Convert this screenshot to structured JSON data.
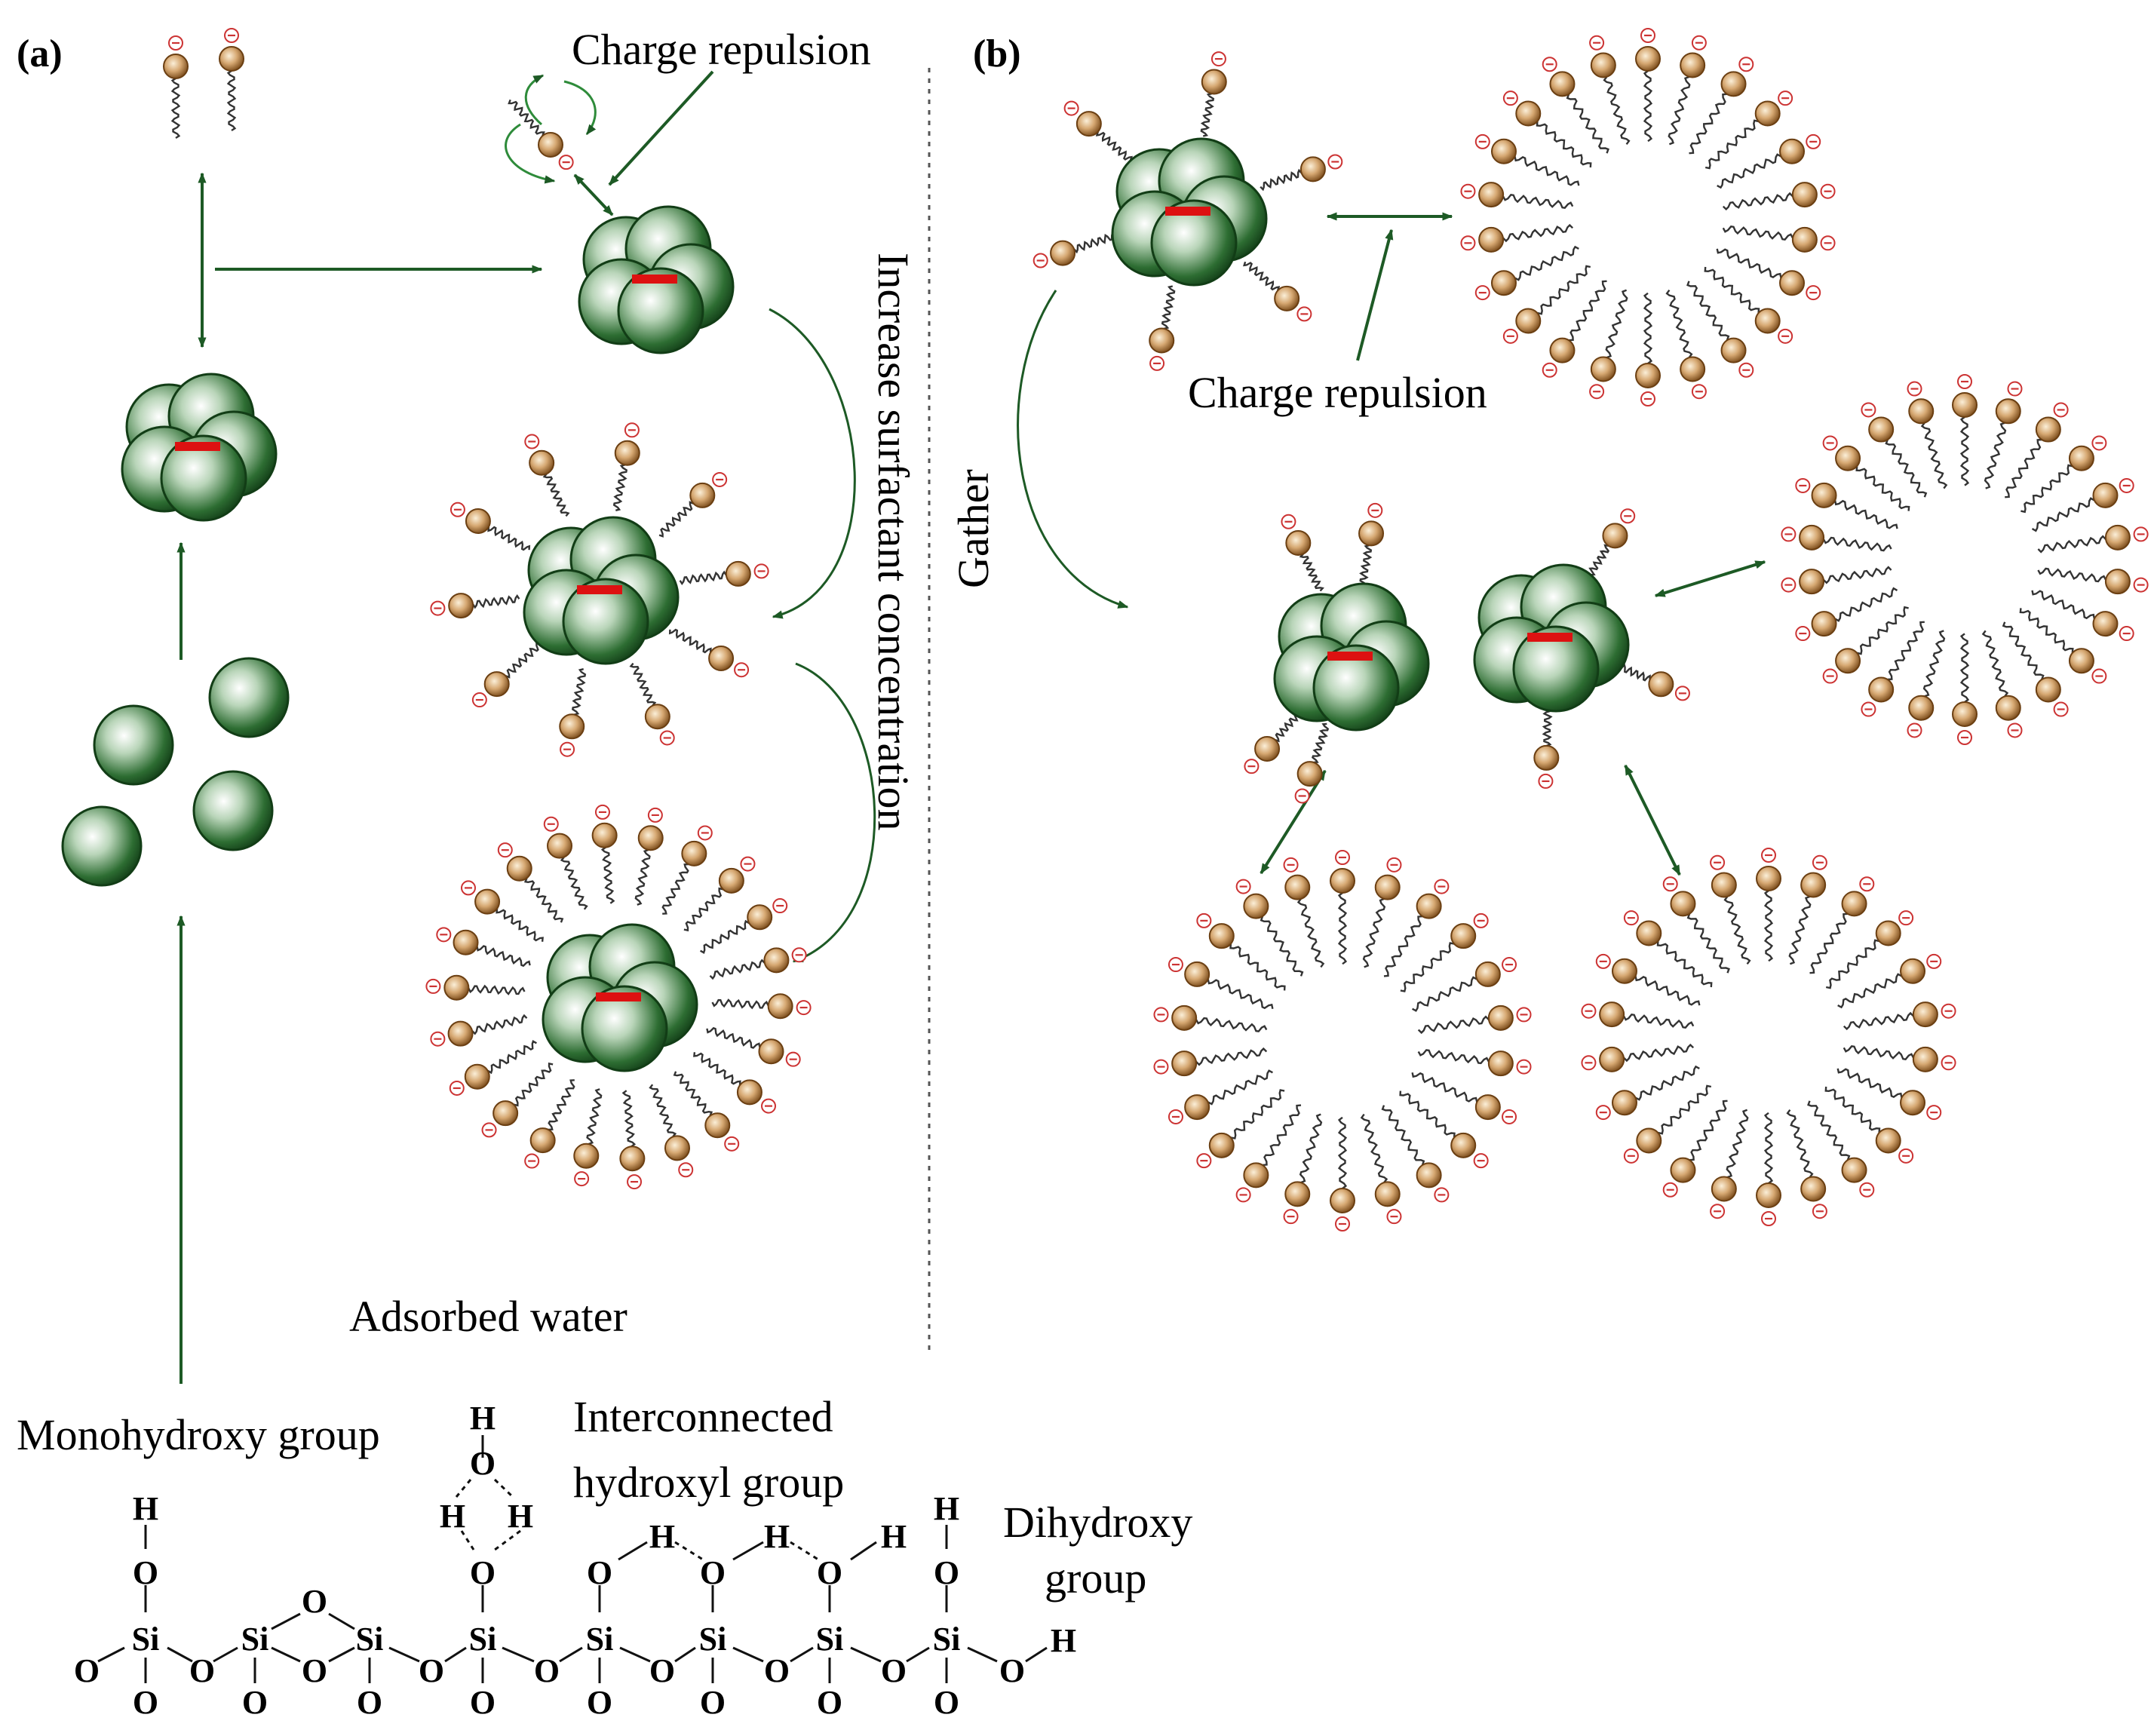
{
  "panels": {
    "a": {
      "label": "(a)"
    },
    "b": {
      "label": "(b)"
    }
  },
  "labels": {
    "charge_repulsion_a": "Charge repulsion",
    "charge_repulsion_b": "Charge repulsion",
    "increase_surfactant": "Increase surfactant concentration",
    "gather": "Gather",
    "adsorbed_water": "Adsorbed water",
    "monohydroxy": "Monohydroxy group",
    "interconnected_1": "Interconnected",
    "interconnected_2": "hydroxyl group",
    "dihydroxy_1": "Dihydroxy",
    "dihydroxy_2": "group"
  },
  "atoms": {
    "si": "Si",
    "o": "O",
    "h": "H"
  },
  "charge_symbol": "⊖",
  "colors": {
    "particle_dark": "#1d5a25",
    "particle_light": "#ffffff",
    "bar": "#dd1111",
    "head_dark": "#8a5a22",
    "head_light": "#f6e2c2",
    "charge": "#cc3333",
    "arrow": "#1d5a25",
    "tail": "#333333"
  }
}
